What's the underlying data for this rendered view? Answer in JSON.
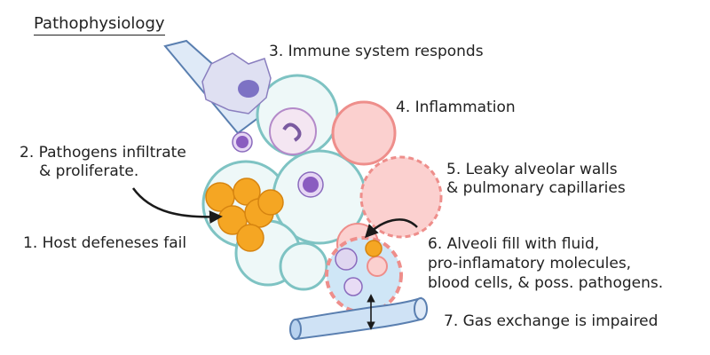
{
  "title": "Pathophysiology",
  "steps": {
    "s1": "1. Host defeneses fail",
    "s2_line1": "2. Pathogens infiltrate",
    "s2_line2": "& proliferate.",
    "s3": "3. Immune system responds",
    "s4": "4. Inflammation",
    "s5_line1": "5. Leaky alveolar walls",
    "s5_line2": "& pulmonary capillaries",
    "s6_line1": "6. Alveoli fill with fluid,",
    "s6_line2": "pro-inflamatory molecules,",
    "s6_line3": "blood cells, &  poss. pathogens.",
    "s7": "7. Gas exchange is impaired"
  },
  "colors": {
    "alveolus_outline": "#7ec3c3",
    "alveolus_fill": "#eef8f8",
    "pathogen": "#f5a623",
    "pathogen_outline": "#d68410",
    "inflamed_fill": "#fbd0cf",
    "inflamed_outline": "#ee8e8b",
    "immune_cell": "#b49ad8",
    "vessel_fill": "#cfe2f5",
    "vessel_outline": "#5a7fb0",
    "fluid": "#cfe6f6"
  },
  "icons": [
    "macrophage-icon",
    "neutrophil-icon",
    "lymphocyte-icon",
    "bacteria-cluster-icon",
    "airway-icon",
    "capillary-icon"
  ]
}
